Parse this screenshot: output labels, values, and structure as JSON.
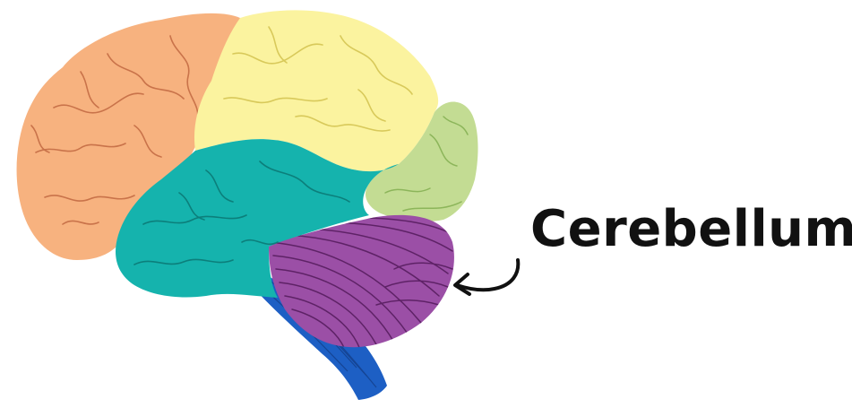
{
  "label": {
    "text": "Cerebellum"
  },
  "regions": [
    {
      "name": "frontal-lobe",
      "color": "#f7b27f",
      "vein": "#c9734a"
    },
    {
      "name": "parietal-lobe",
      "color": "#fbf39f",
      "vein": "#d8c95a"
    },
    {
      "name": "occipital-lobe",
      "color": "#c3dc93",
      "vein": "#8cb55a"
    },
    {
      "name": "temporal-lobe",
      "color": "#15b3ad",
      "vein": "#0c7f7b"
    },
    {
      "name": "cerebellum",
      "color": "#9b4fa6",
      "vein": "#5e2266"
    },
    {
      "name": "brain-stem",
      "color": "#1d5fc4",
      "vein": "#143f8a"
    }
  ],
  "arrow": {
    "icon": "curved-arrow-icon",
    "color": "#111111"
  }
}
